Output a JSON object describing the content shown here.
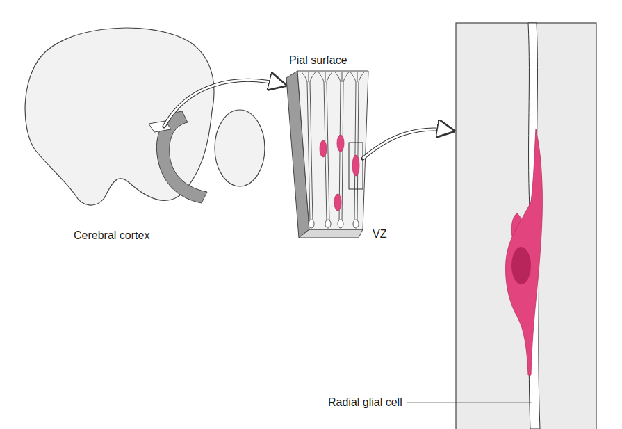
{
  "diagram": {
    "labels": [
      "Pial surface",
      "Cerebral cortex",
      "VZ",
      "Radial glial cell"
    ]
  }
}
